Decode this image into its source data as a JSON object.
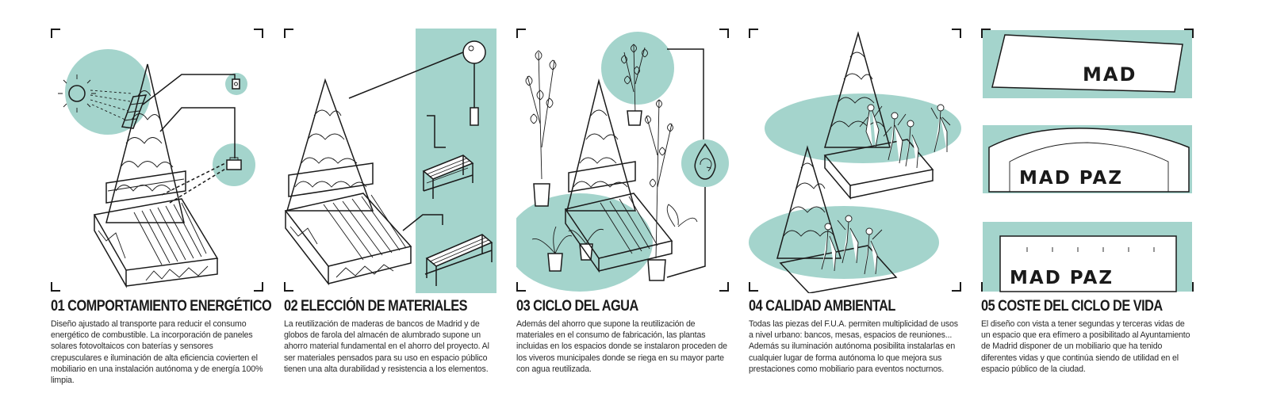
{
  "panels": [
    {
      "title": "01 COMPORTAMIENTO ENERGÉTICO",
      "text": "Diseño ajustado al transporte para reducir el consumo energético de combustible. La incorporación de paneles solares fotovoltaicos con baterías y sensores crepusculares e iluminación de alta eficiencia covierten el mobiliario en una instalación autónoma y de energía 100% limpia."
    },
    {
      "title": "02 ELECCIÓN DE MATERIALES",
      "text": "La reutilización de maderas de bancos de Madrid y de globos de farola del almacén de alumbrado supone un ahorro material fundamental en el ahorro del proyecto. Al ser materiales pensados para su uso en espacio público tienen una alta durabilidad y resistencia a los elementos."
    },
    {
      "title": "03 CICLO DEL AGUA",
      "text": "Además del ahorro que supone la reutilización de materiales en el consumo de fabricación, las plantas incluidas en los espacios donde se instalaron proceden de los viveros municipales donde se riega en su mayor parte con agua reutilizada."
    },
    {
      "title": "04 CALIDAD AMBIENTAL",
      "text": "Todas las piezas del F.U.A. permiten multiplicidad de usos a nivel urbano: bancos, mesas, espacios de reuniones... Además su iluminación autónoma posibilita instalarlas en cualquier lugar de forma autónoma lo que mejora sus prestaciones como mobiliario para eventos nocturnos."
    },
    {
      "title": "05 COSTE DEL CICLO DE VIDA",
      "text": "El diseño con vista a tener segundas y terceras vidas de un espacio que era efímero a posibilitado al Ayuntamiento de Madrid disponer de un mobiliario que ha tenido diferentes vidas y que continúa siendo de utilidad en el espacio público de la ciudad."
    }
  ],
  "signs": [
    "MAD",
    "MAD PAZ",
    "MAD PAZ"
  ],
  "colors": {
    "teal": "#a4d4cc",
    "ink": "#1a1a1a"
  },
  "icons": [
    "sun-icon",
    "solar-panel-icon",
    "sensor-icon",
    "battery-icon",
    "streetlamp-icon",
    "bench-icon",
    "plant-icon",
    "recycled-water-drop-icon",
    "people-silhouette-icon",
    "pavilion-icon"
  ]
}
